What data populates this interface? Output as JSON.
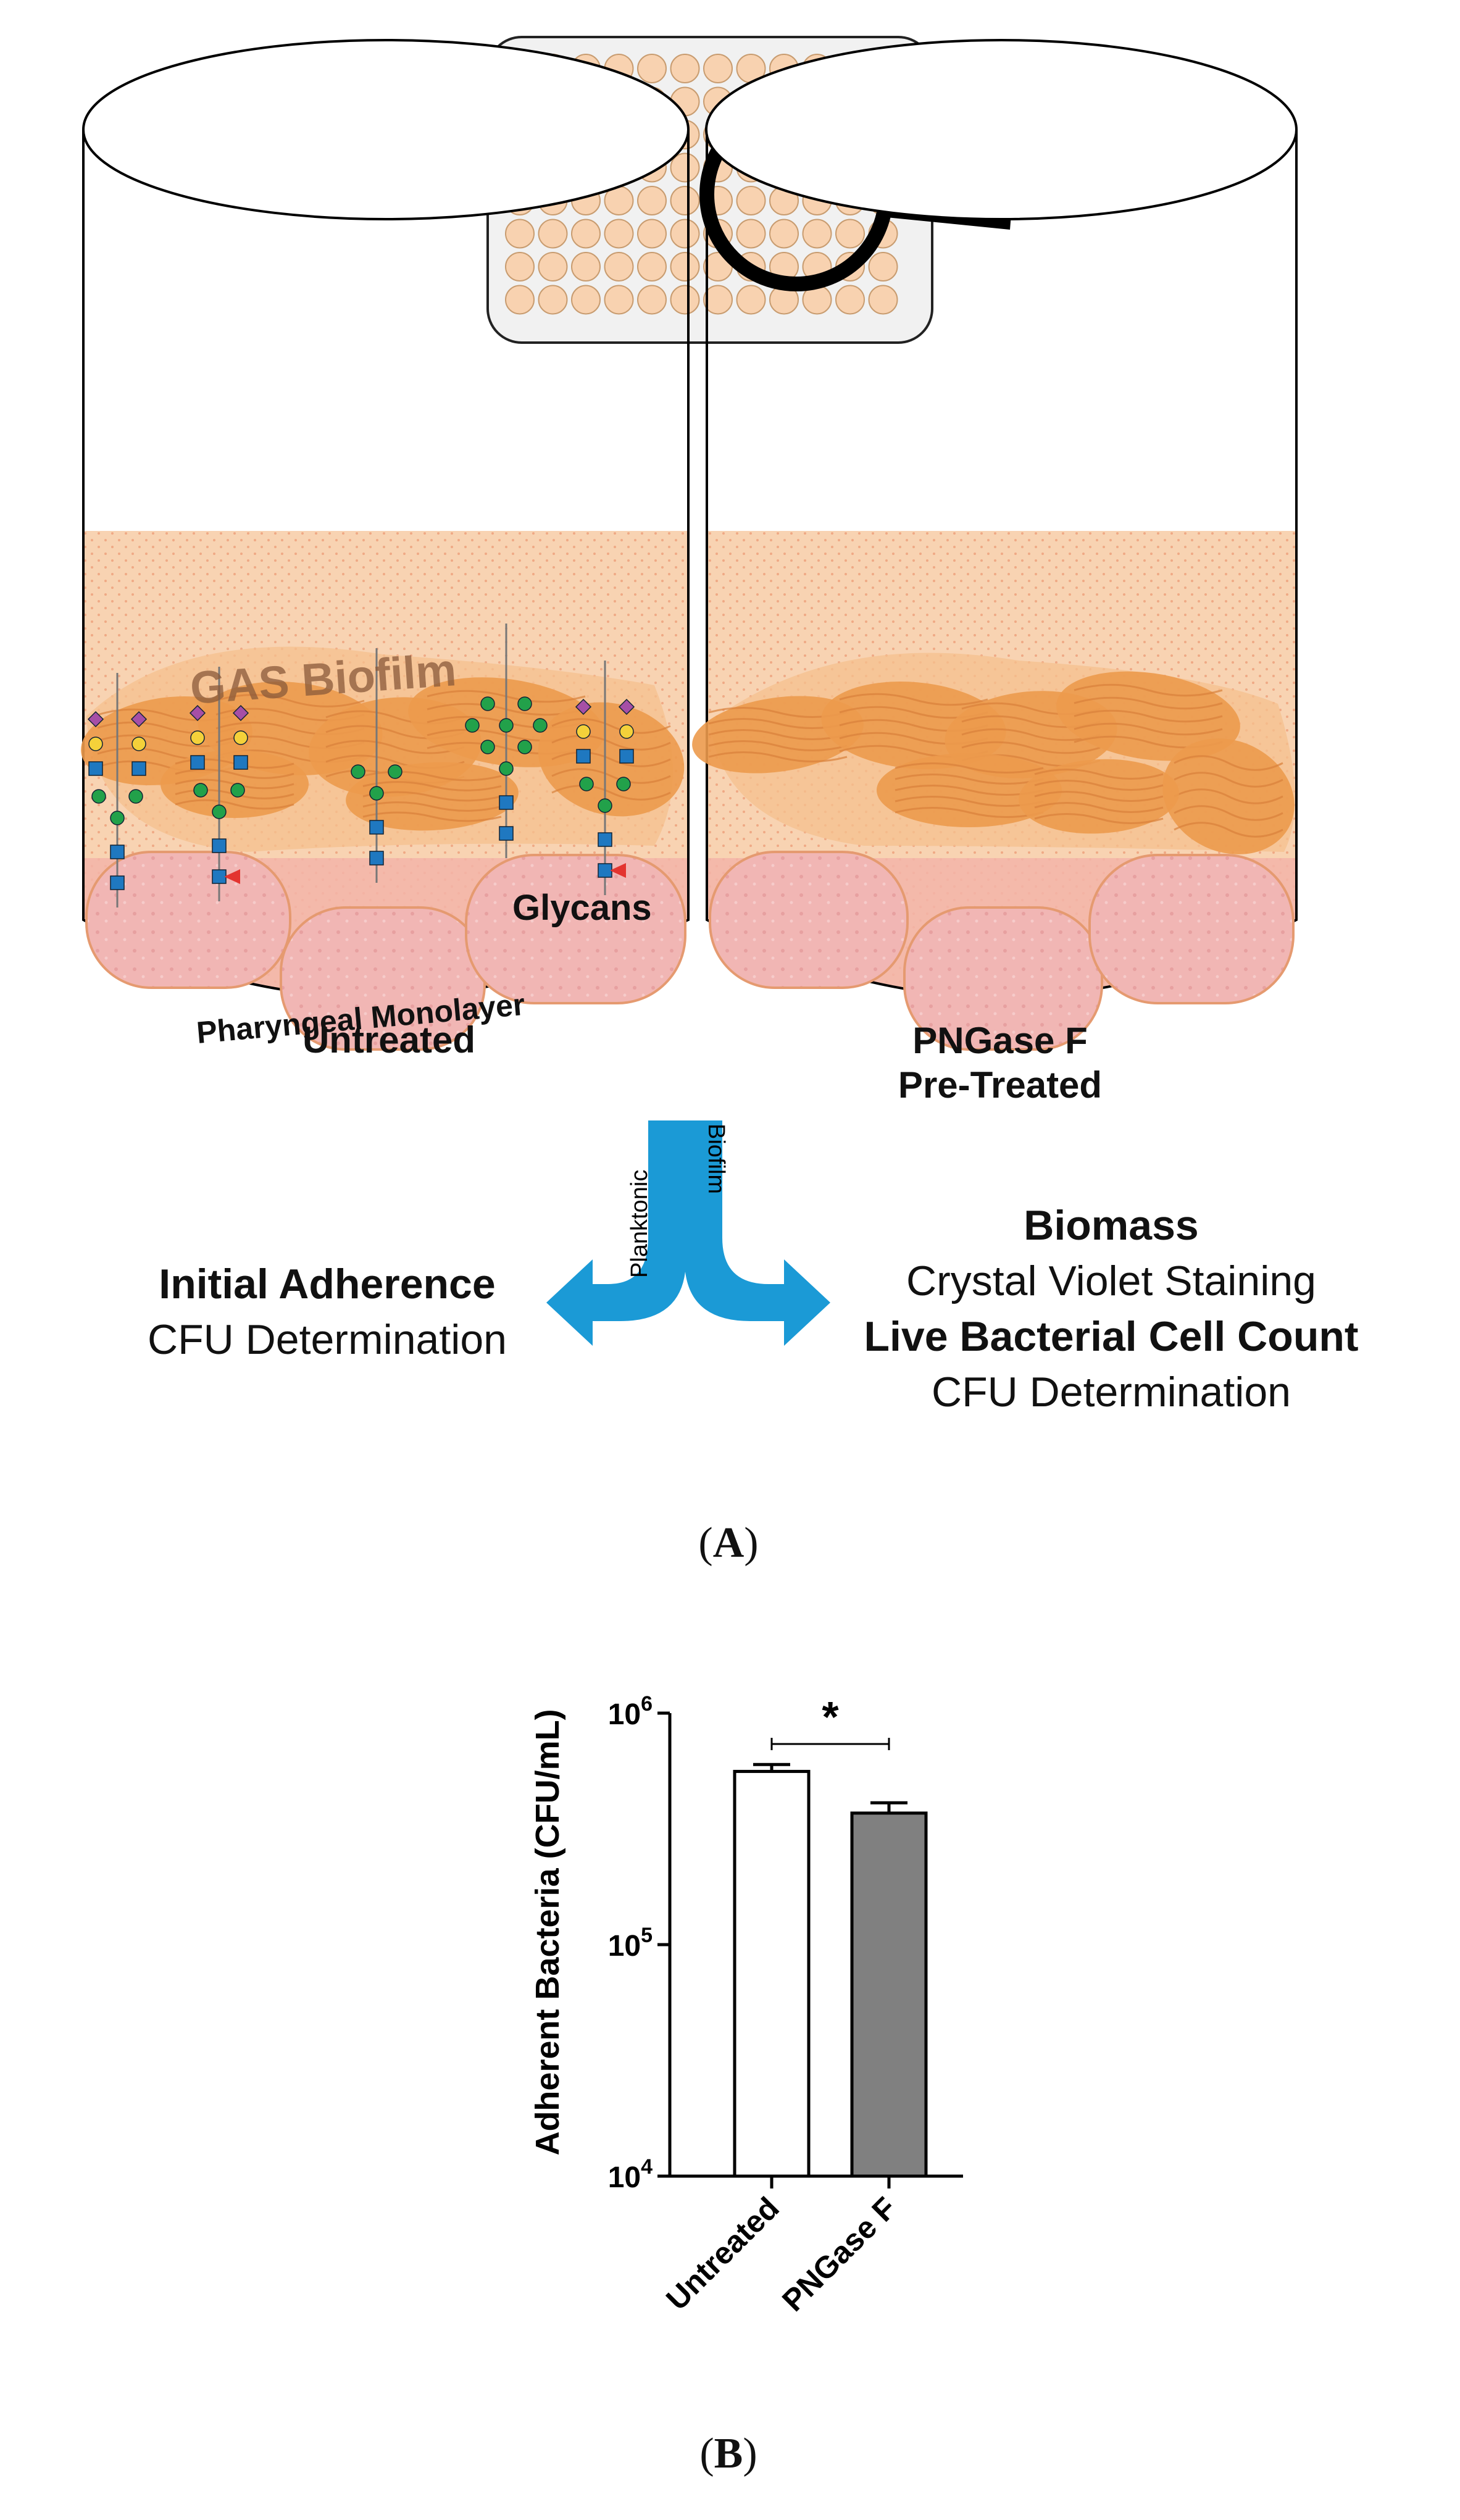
{
  "panel_a": {
    "label_open": "(",
    "label_letter": "A",
    "label_close": ")",
    "wells": {
      "untreated": {
        "biofilm_label": "GAS Biofilm",
        "glycans_label": "Glycans",
        "monolayer_label": "Pharyngeal Monolayer",
        "caption": "Untreated"
      },
      "treated": {
        "caption_line1": "PNGase F",
        "caption_line2": "Pre-Treated"
      }
    },
    "flow": {
      "planktonic_label": "Planktonic",
      "biofilm_label": "Biofilm",
      "left": {
        "title": "Initial Adherence",
        "subtitle": "CFU Determination"
      },
      "right": {
        "title1": "Biomass",
        "subtitle1": "Crystal Violet Staining",
        "title2": "Live Bacterial Cell Count",
        "subtitle2": "CFU Determination"
      }
    },
    "colors": {
      "well_fill": "#f8d2b0",
      "biofilm": "#ec9a4c",
      "cells": "#f1b5b2",
      "arrow": "#1b9ad6",
      "glycan_green": "#22a14a",
      "glycan_blue": "#1f78c0",
      "glycan_yellow": "#f4d13a",
      "glycan_purple": "#a64fa6",
      "glycan_red": "#e3342f"
    }
  },
  "panel_b": {
    "label_open": "(",
    "label_letter": "B",
    "label_close": ")"
  },
  "chart_data": {
    "type": "bar",
    "categories": [
      "Untreated",
      "PNGase F"
    ],
    "values": [
      560000,
      370000
    ],
    "errors_upper": [
      600000,
      410000
    ],
    "bar_colors": [
      "#ffffff",
      "#808080"
    ],
    "ylabel": "Adherent Bacteria (CFU/mL)",
    "yscale": "log",
    "ylim": [
      10000,
      1000000
    ],
    "yticks": [
      {
        "value": 10000,
        "base": "10",
        "exp": "4"
      },
      {
        "value": 100000,
        "base": "10",
        "exp": "5"
      },
      {
        "value": 1000000,
        "base": "10",
        "exp": "6"
      }
    ],
    "significance": {
      "between": [
        "Untreated",
        "PNGase F"
      ],
      "label": "*"
    },
    "grid": false
  }
}
